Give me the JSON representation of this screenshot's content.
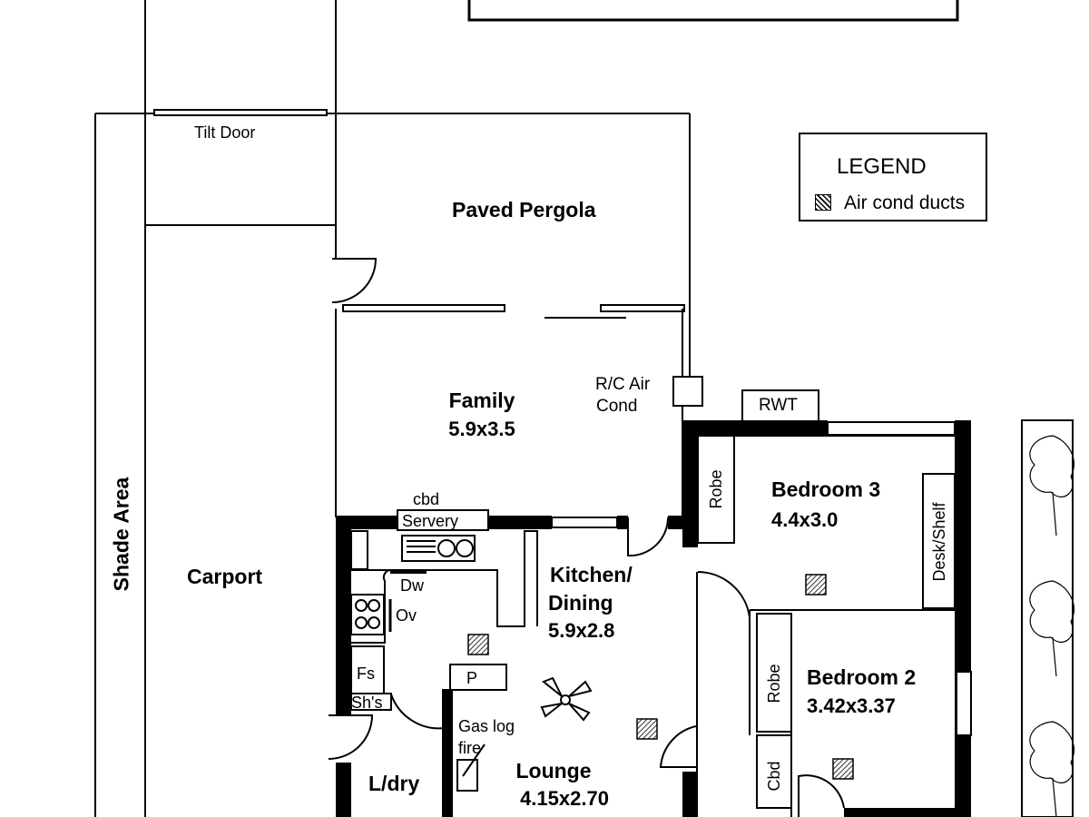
{
  "legend": {
    "title": "LEGEND",
    "air_cond_ducts": "Air cond ducts"
  },
  "labels": {
    "tilt_door": "Tilt Door",
    "paved_pergola": "Paved Pergola",
    "shade_area": "Shade Area",
    "carport": "Carport",
    "family": "Family",
    "family_dim": "5.9x3.5",
    "rc_air": "R/C Air",
    "cond": "Cond",
    "rwt": "RWT",
    "cbd_top": "cbd",
    "servery": "Servery",
    "kitchen": "Kitchen/",
    "dining": "Dining",
    "kitchen_dim": "5.9x2.8",
    "dw": "Dw",
    "ov": "Ov",
    "fs": "Fs",
    "shs": "Sh's",
    "p": "P",
    "gas_log": "Gas log",
    "fire": "fire",
    "lounge": "Lounge",
    "lounge_dim": "4.15x2.70",
    "ldry": "L/dry",
    "bedroom3": "Bedroom 3",
    "bedroom3_dim": "4.4x3.0",
    "robe1": "Robe",
    "desk_shelf": "Desk/Shelf",
    "bedroom2": "Bedroom 2",
    "bedroom2_dim": "3.42x3.37",
    "robe2": "Robe",
    "cbd2": "Cbd"
  },
  "colors": {
    "line": "#000000",
    "background": "#ffffff"
  }
}
